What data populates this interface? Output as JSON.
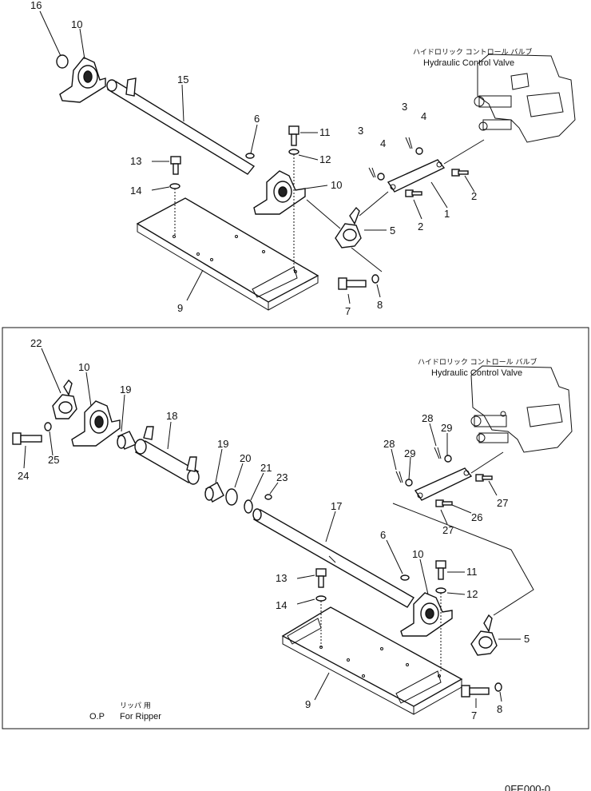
{
  "top_view": {
    "valve_label_jp": "ハイドロリック コントロール バルブ",
    "valve_label_en": "Hydraulic Control Valve",
    "callouts": [
      "16",
      "10",
      "15",
      "6",
      "11",
      "12",
      "13",
      "14",
      "10",
      "3",
      "4",
      "3",
      "4",
      "2",
      "2",
      "1",
      "5",
      "9",
      "7",
      "8"
    ]
  },
  "bottom_view": {
    "valve_label_jp": "ハイドロリック コントロール バルブ",
    "valve_label_en": "Hydraulic Control Valve",
    "option_label": "O.P",
    "ripper_label_jp": "リッパ 用",
    "ripper_label_en": "For Ripper",
    "callouts": [
      "22",
      "10",
      "19",
      "18",
      "24",
      "25",
      "19",
      "20",
      "21",
      "23",
      "17",
      "28",
      "29",
      "28",
      "29",
      "27",
      "26",
      "27",
      "6",
      "10",
      "11",
      "13",
      "12",
      "14",
      "5",
      "9",
      "7",
      "8"
    ]
  },
  "footer": {
    "drawing_code": "0FE000-0"
  }
}
